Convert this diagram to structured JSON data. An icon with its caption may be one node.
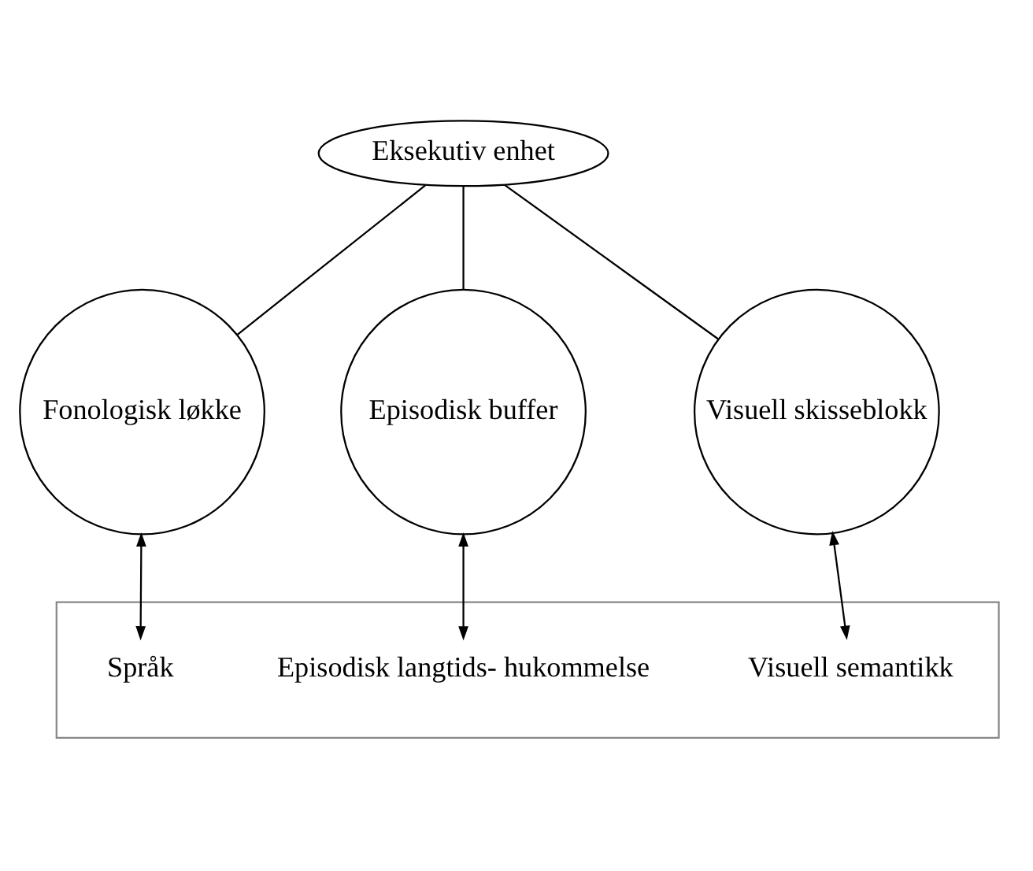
{
  "diagram": {
    "nodes": [
      {
        "text": [
          "Eksekutiv enhet"
        ]
      },
      {
        "text": [
          "Fonologisk løkke"
        ]
      },
      {
        "text": [
          "Episodisk buffer"
        ]
      },
      {
        "text": [
          "Visuell skisseblokk"
        ]
      },
      {
        "text": [],
        "shape": "box"
      },
      {
        "text": [
          "Språk"
        ],
        "in": 4
      },
      {
        "text": [
          "Episodisk langtids- hukommelse"
        ],
        "in": 4
      },
      {
        "text": [
          "Visuell semantikk"
        ],
        "in": 4
      }
    ],
    "edges": [
      {
        "from": 0,
        "to": 1,
        "arrow": "none"
      },
      {
        "from": 0,
        "to": 2,
        "arrow": "none"
      },
      {
        "from": 0,
        "to": 3,
        "arrow": "none"
      },
      {
        "from": 1,
        "to": 5,
        "arrow": "both"
      },
      {
        "from": 2,
        "to": 6,
        "arrow": "both"
      },
      {
        "from": 3,
        "to": 7,
        "arrow": "both"
      }
    ]
  }
}
